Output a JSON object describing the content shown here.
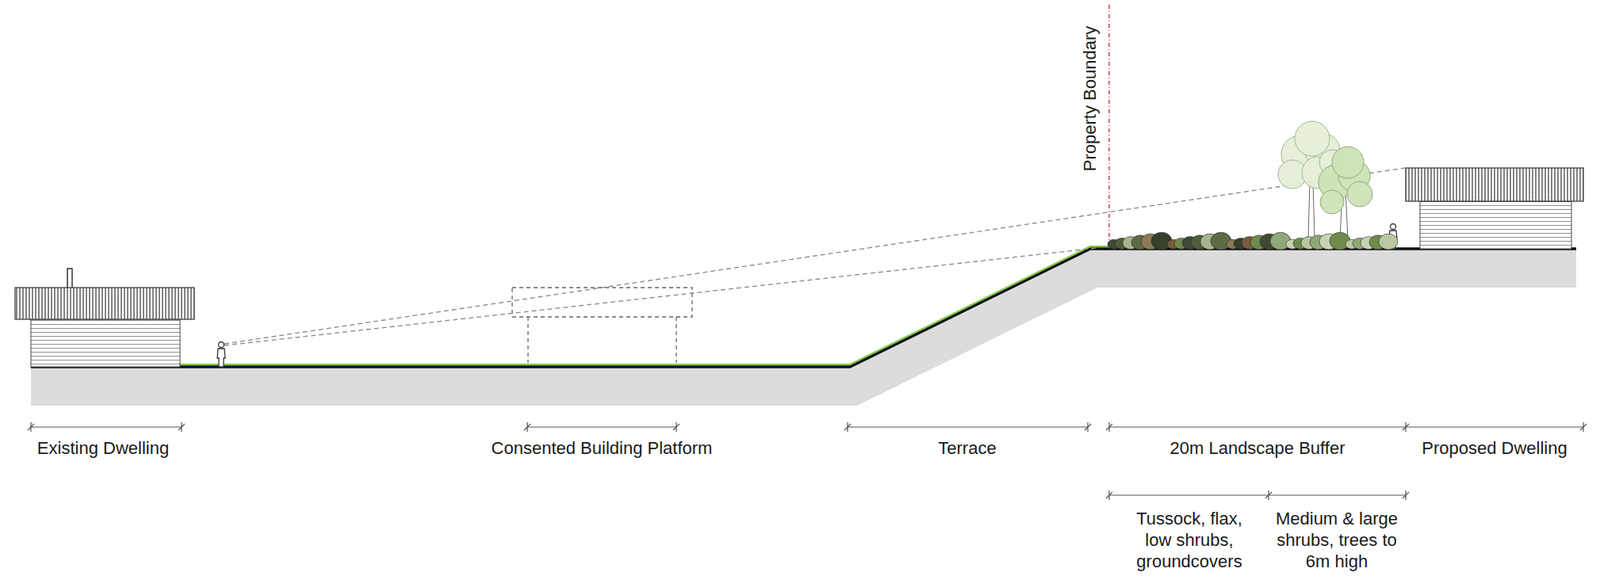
{
  "diagram": {
    "labels": [
      "Property Boundary",
      "Existing Dwelling",
      "Consented Building Platform",
      "Terrace",
      "20m Landscape Buffer",
      "Proposed Dwelling",
      "Tussock, flax, low shrubs, groundcovers",
      "Medium & large shrubs, trees to 6m high"
    ]
  }
}
